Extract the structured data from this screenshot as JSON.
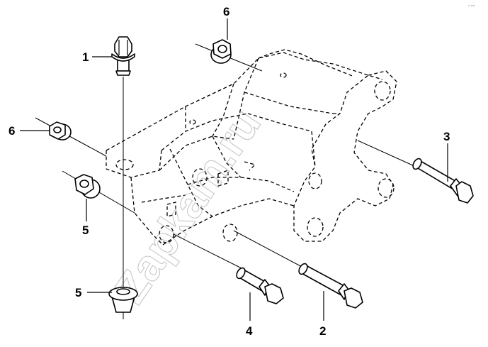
{
  "figure": {
    "corner_code": "•• ••••",
    "watermark": "Zapkam.ru",
    "callouts": [
      "1",
      "2",
      "3",
      "4",
      "5",
      "5",
      "6",
      "6"
    ]
  }
}
